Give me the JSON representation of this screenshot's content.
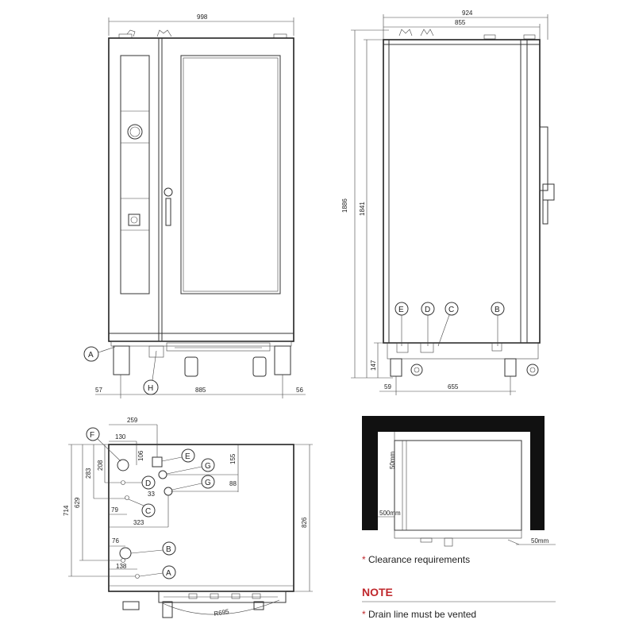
{
  "front_view": {
    "width": "998",
    "left_foot": "57",
    "leg_span": "885",
    "right_foot": "56",
    "callout_a": "A",
    "callout_h": "H"
  },
  "side_view": {
    "width": "924",
    "inner_width": "855",
    "height": "1886",
    "inner_height": "1841",
    "base_height": "147",
    "foot_offset": "59",
    "foot_span": "655",
    "callout_e": "E",
    "callout_d": "D",
    "callout_c": "C",
    "callout_b": "B"
  },
  "plan_view": {
    "dim_259": "259",
    "dim_130": "130",
    "dim_106": "106",
    "dim_283": "283",
    "dim_208": "208",
    "dim_155": "155",
    "dim_88": "88",
    "dim_33": "33",
    "dim_79": "79",
    "dim_323": "323",
    "dim_714": "714",
    "dim_629": "629",
    "dim_826": "826",
    "dim_76": "76",
    "dim_138": "138",
    "dim_r695": "R695",
    "callout_f": "F",
    "callout_e": "E",
    "callout_g1": "G",
    "callout_g2": "G",
    "callout_d": "D",
    "callout_c": "C",
    "callout_b": "B",
    "callout_a": "A"
  },
  "clearance_view": {
    "top_clearance": "50mm",
    "side_clearance": "500mm",
    "right_clearance": "50mm"
  },
  "notes": {
    "star": "*",
    "clearance": "Clearance requirements",
    "note_title": "NOTE",
    "drain": "Drain line must be vented"
  },
  "colors": {
    "note_red": "#c0282d",
    "wall_black": "#111111",
    "line": "#333333"
  }
}
